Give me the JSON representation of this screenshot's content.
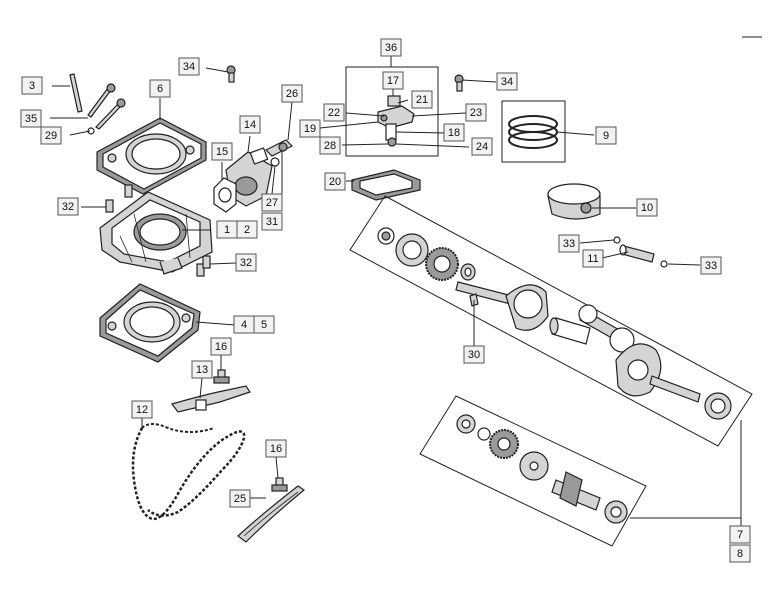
{
  "callouts": {
    "c1": "1",
    "c2": "2",
    "c3": "3",
    "c4": "4",
    "c5": "5",
    "c6": "6",
    "c7": "7",
    "c8": "8",
    "c9": "9",
    "c10": "10",
    "c11": "11",
    "c12": "12",
    "c13": "13",
    "c14": "14",
    "c15": "15",
    "c16a": "16",
    "c16b": "16",
    "c17": "17",
    "c18": "18",
    "c19": "19",
    "c20": "20",
    "c21": "21",
    "c22": "22",
    "c23": "23",
    "c24": "24",
    "c25": "25",
    "c26": "26",
    "c27": "27",
    "c28": "28",
    "c29": "29",
    "c30": "30",
    "c31": "31",
    "c32a": "32",
    "c32b": "32",
    "c33a": "33",
    "c33b": "33",
    "c34a": "34",
    "c34b": "34",
    "c35": "35",
    "c36": "36"
  }
}
